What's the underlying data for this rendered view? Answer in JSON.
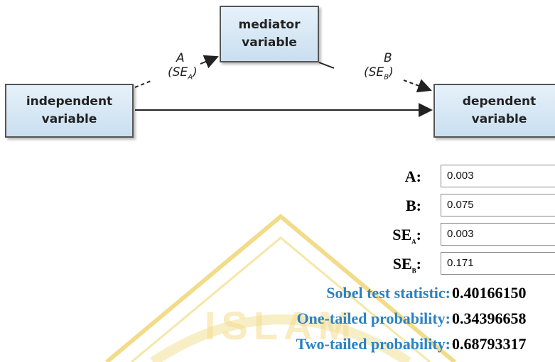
{
  "diagram": {
    "mediator": {
      "line1": "mediator",
      "line2": "variable"
    },
    "independent": {
      "line1": "independent",
      "line2": "variable"
    },
    "dependent": {
      "line1": "dependent",
      "line2": "variable"
    },
    "path_a": {
      "name": "A",
      "se_base": "SE",
      "se_sub": "A"
    },
    "path_b": {
      "name": "B",
      "se_base": "SE",
      "se_sub": "B"
    }
  },
  "inputs": [
    {
      "label_base": "A",
      "label_sub": "",
      "value": "0.003"
    },
    {
      "label_base": "B",
      "label_sub": "",
      "value": "0.075"
    },
    {
      "label_base": "SE",
      "label_sub": "A",
      "value": "0.003"
    },
    {
      "label_base": "SE",
      "label_sub": "B",
      "value": "0.171"
    }
  ],
  "results": [
    {
      "label": "Sobel test statistic:",
      "value": "0.40166150"
    },
    {
      "label": "One-tailed probability:",
      "value": "0.34396658"
    },
    {
      "label": "Two-tailed probability:",
      "value": "0.68793317"
    }
  ],
  "colors": {
    "box_border": "#555555",
    "box_fill": "#c9dff0",
    "result_label": "#2a82c4",
    "watermark": "#e8c85a"
  },
  "watermark": {
    "icon": "university-seal-icon",
    "text": "ISLAM"
  }
}
